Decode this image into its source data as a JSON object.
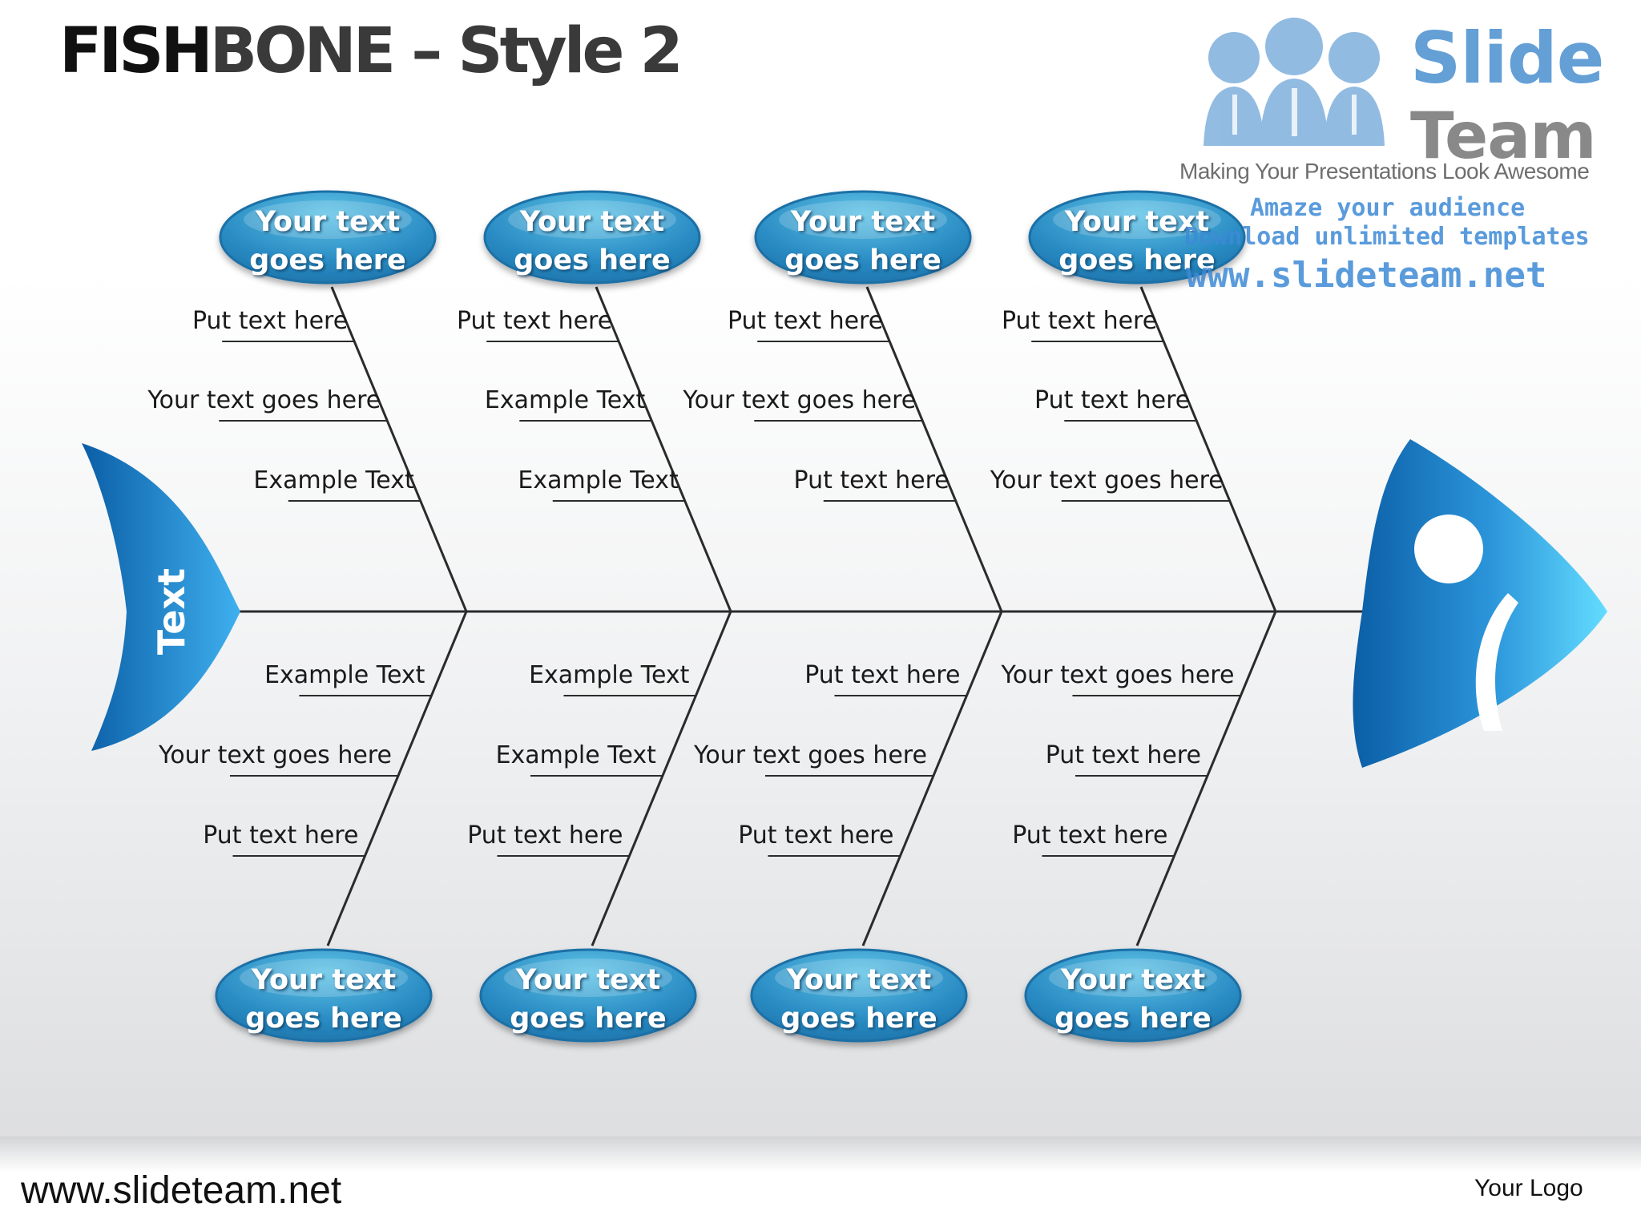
{
  "slide": {
    "title_part1": "FISH",
    "title_part2": "BONE – Style 2",
    "tail_label": "Text"
  },
  "watermark": {
    "brand_line1": "Slide",
    "brand_line2": "Team",
    "tagline": "Making Your Presentations Look Awesome",
    "line_amaze": "Amaze your audience",
    "line_download": "Download unlimited templates",
    "url": "www.slideteam.net"
  },
  "bones": [
    {
      "position": "top",
      "bubble_line1": "Your text",
      "bubble_line2": "goes here",
      "items": [
        "Put text here",
        "Your text goes here",
        "Example Text"
      ]
    },
    {
      "position": "top",
      "bubble_line1": "Your text",
      "bubble_line2": "goes here",
      "items": [
        "Put text here",
        "Example  Text",
        "Example Text"
      ]
    },
    {
      "position": "top",
      "bubble_line1": "Your text",
      "bubble_line2": "goes here",
      "items": [
        "Put text here",
        "Your text goes here",
        "Put text here"
      ]
    },
    {
      "position": "top",
      "bubble_line1": "Your text",
      "bubble_line2": "goes here",
      "items": [
        "Put text here",
        "Put text here",
        "Your text goes here"
      ]
    },
    {
      "position": "bottom",
      "bubble_line1": "Your text",
      "bubble_line2": "goes here",
      "items": [
        "Example Text",
        "Your text goes here",
        "Put text here"
      ]
    },
    {
      "position": "bottom",
      "bubble_line1": "Your text",
      "bubble_line2": "goes here",
      "items": [
        "Example Text",
        "Example  Text",
        "Put text here"
      ]
    },
    {
      "position": "bottom",
      "bubble_line1": "Your text",
      "bubble_line2": "goes here",
      "items": [
        "Put text here",
        "Your text goes here",
        "Put text here"
      ]
    },
    {
      "position": "bottom",
      "bubble_line1": "Your text",
      "bubble_line2": "goes here",
      "items": [
        "Your text goes here",
        "Put text here",
        "Put text here"
      ]
    }
  ],
  "footer": {
    "url": "www.slideteam.net",
    "logo_text": "Your Logo"
  },
  "colors": {
    "bubble_light": "#5ec3e6",
    "bubble_dark": "#1a6fa6",
    "fish_light": "#3fb0ef",
    "fish_dark": "#0b5ea6",
    "bone_line": "#2b2b2b"
  }
}
